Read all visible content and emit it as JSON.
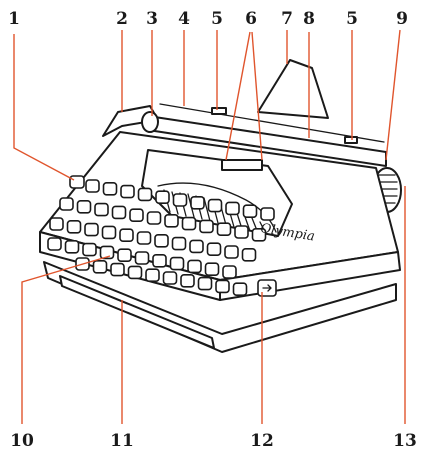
{
  "diagram": {
    "brand_label": "Olympia",
    "callouts_top": [
      "1",
      "2",
      "3",
      "4",
      "5",
      "6",
      "7",
      "8",
      "5",
      "9"
    ],
    "callouts_bottom": [
      "10",
      "11",
      "12",
      "13"
    ],
    "colors": {
      "ink": "#1a1a1a",
      "leader_line": "#e0552d",
      "background": "#ffffff"
    }
  }
}
